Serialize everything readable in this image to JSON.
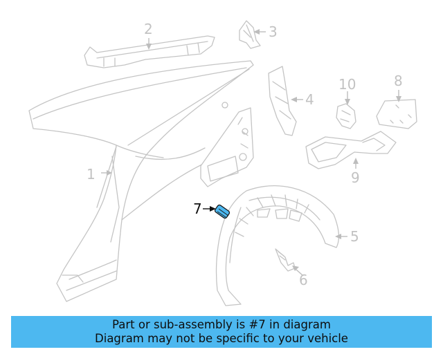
{
  "diagram": {
    "callouts": [
      {
        "id": "1",
        "label": "1"
      },
      {
        "id": "2",
        "label": "2"
      },
      {
        "id": "3",
        "label": "3"
      },
      {
        "id": "4",
        "label": "4"
      },
      {
        "id": "5",
        "label": "5"
      },
      {
        "id": "6",
        "label": "6"
      },
      {
        "id": "7",
        "label": "7"
      },
      {
        "id": "8",
        "label": "8"
      },
      {
        "id": "9",
        "label": "9"
      },
      {
        "id": "10",
        "label": "10"
      }
    ],
    "highlighted_part": "7",
    "colors": {
      "highlight_part": "#4db8f0",
      "banner": "#4db8f0",
      "line_art": "#c4c4c4"
    }
  },
  "banner": {
    "line1": "Part or sub-assembly is #7 in diagram",
    "line2": "Diagram may not be specific to your vehicle"
  }
}
